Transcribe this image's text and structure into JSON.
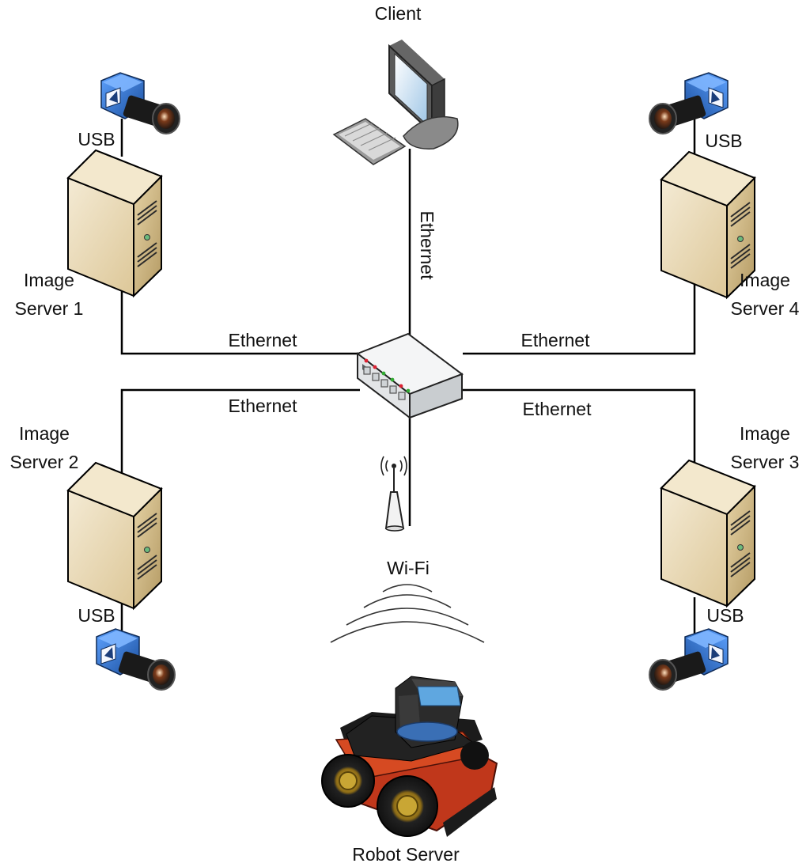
{
  "client": {
    "label": "Client"
  },
  "links": {
    "client_switch": "Ethernet",
    "server1_switch": "Ethernet",
    "server4_switch": "Ethernet",
    "server2_switch": "Ethernet",
    "server3_switch": "Ethernet",
    "wireless": "Wi-Fi"
  },
  "servers": [
    {
      "line1": "Image",
      "line2": "Server 1",
      "camera_link": "USB"
    },
    {
      "line1": "Image",
      "line2": "Server 2",
      "camera_link": "USB"
    },
    {
      "line1": "Image",
      "line2": "Server 3",
      "camera_link": "USB"
    },
    {
      "line1": "Image",
      "line2": "Server 4",
      "camera_link": "USB"
    }
  ],
  "robot": {
    "label": "Robot Server"
  },
  "colors": {
    "line": "#000000",
    "server_body": "#e6d3a6",
    "camera_body": "#2f6bc9",
    "switch_body": "#e9ebec",
    "robot_chassis": "#c0371b"
  }
}
